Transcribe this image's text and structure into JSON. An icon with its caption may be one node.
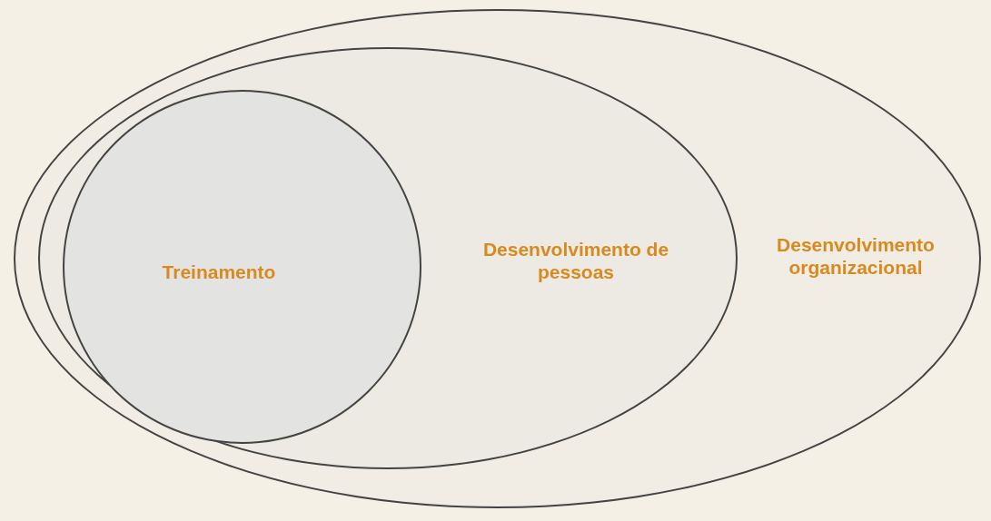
{
  "diagram": {
    "nodes": [
      {
        "text": [
          "Desenvolvimento organizacional"
        ]
      },
      {
        "text": [
          "Desenvolvimento de pessoas"
        ],
        "in": 0
      },
      {
        "text": [
          "Treinamento"
        ],
        "in": 1
      }
    ]
  }
}
